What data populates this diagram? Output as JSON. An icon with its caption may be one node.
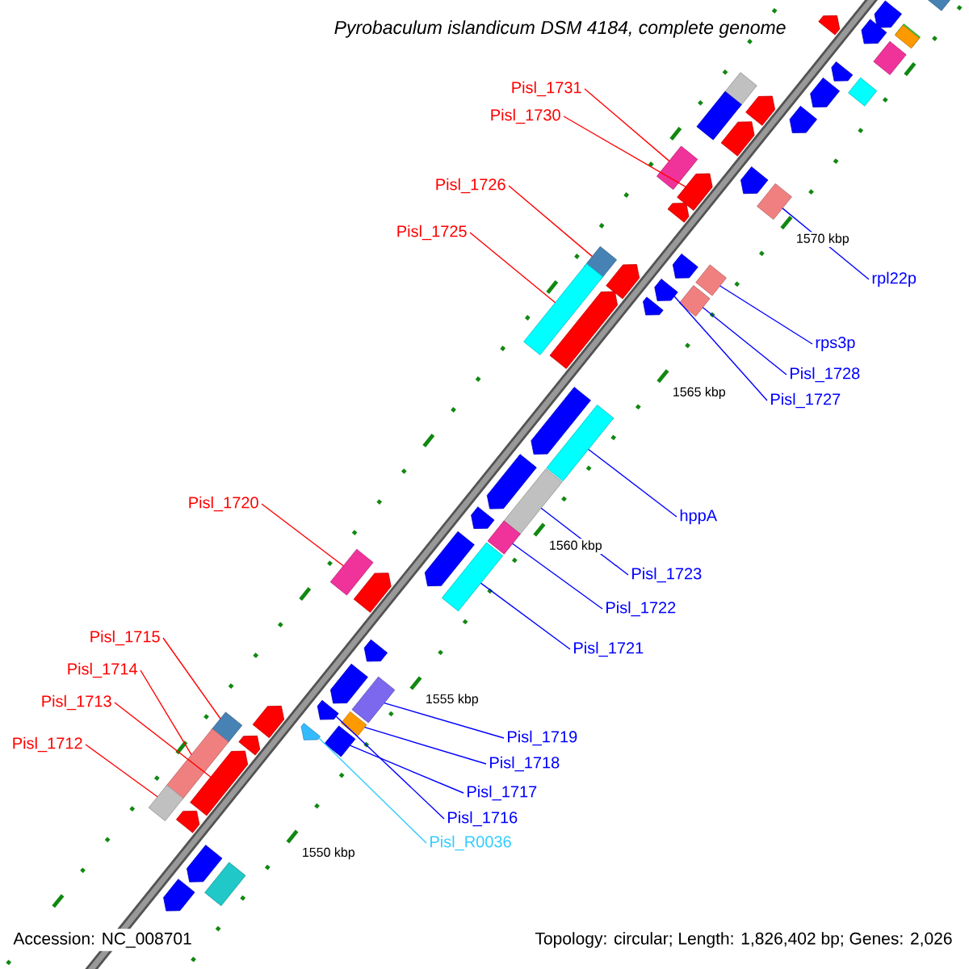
{
  "diagram": {
    "title": "Pyrobaculum islandicum DSM 4184, complete genome",
    "nodes": [
      {
        "text": [
          "Pisl_1731"
        ]
      },
      {
        "text": [],
        "shape": "bar"
      },
      {
        "text": [
          "Pisl_1730"
        ]
      },
      {
        "text": [],
        "shape": "pentagon"
      },
      {
        "text": [
          "Pisl_1726"
        ]
      },
      {
        "text": [],
        "shape": "bar"
      },
      {
        "text": [
          "Pisl_1725"
        ]
      },
      {
        "text": [],
        "shape": "bar"
      },
      {
        "text": [
          "rpl22p"
        ]
      },
      {
        "text": [],
        "shape": "bar"
      },
      {
        "text": [
          "rps3p"
        ]
      },
      {
        "text": [],
        "shape": "bar"
      },
      {
        "text": [
          "Pisl_1728"
        ]
      },
      {
        "text": [],
        "shape": "bar"
      },
      {
        "text": [
          "Pisl_1727"
        ]
      },
      {
        "text": [],
        "shape": "pentagon"
      },
      {
        "text": [
          "hppA"
        ]
      },
      {
        "text": [],
        "shape": "bar"
      },
      {
        "text": [
          "Pisl_1720"
        ]
      },
      {
        "text": [],
        "shape": "bar"
      },
      {
        "text": [
          "Pisl_1723"
        ]
      },
      {
        "text": [],
        "shape": "bar"
      },
      {
        "text": [
          "Pisl_1722"
        ]
      },
      {
        "text": [],
        "shape": "bar"
      },
      {
        "text": [
          "Pisl_1721"
        ]
      },
      {
        "text": [],
        "shape": "bar"
      },
      {
        "text": [
          "Pisl_1715"
        ]
      },
      {
        "text": [],
        "shape": "bar"
      },
      {
        "text": [
          "Pisl_1714"
        ]
      },
      {
        "text": [],
        "shape": "bar"
      },
      {
        "text": [
          "Pisl_1713"
        ]
      },
      {
        "text": [],
        "shape": "pentagon"
      },
      {
        "text": [
          "Pisl_1712"
        ]
      },
      {
        "text": [],
        "shape": "bar"
      },
      {
        "text": [
          "Pisl_1719"
        ]
      },
      {
        "text": [],
        "shape": "bar"
      },
      {
        "text": [
          "Pisl_1718"
        ]
      },
      {
        "text": [],
        "shape": "bar"
      },
      {
        "text": [
          "Pisl_1717"
        ]
      },
      {
        "text": [],
        "shape": "bar"
      },
      {
        "text": [
          "Pisl_1716"
        ]
      },
      {
        "text": [],
        "shape": "pentagon"
      },
      {
        "text": [
          "Pisl_R0036"
        ]
      },
      {
        "text": [],
        "shape": "pentagon"
      },
      {
        "text": [],
        "shape": "bar"
      },
      {
        "text": [],
        "shape": "bar"
      },
      {
        "text": [],
        "shape": "pentagon"
      },
      {
        "text": [],
        "shape": "pentagon"
      },
      {
        "text": [],
        "shape": "pentagon"
      },
      {
        "text": [],
        "shape": "pentagon"
      },
      {
        "text": [],
        "shape": "pentagon"
      },
      {
        "text": [],
        "shape": "pentagon"
      },
      {
        "text": [],
        "shape": "pentagon"
      },
      {
        "text": [],
        "shape": "pentagon"
      },
      {
        "text": [],
        "shape": "bar"
      },
      {
        "text": [],
        "shape": "bar"
      },
      {
        "text": [],
        "shape": "bar"
      },
      {
        "text": [],
        "shape": "bar"
      },
      {
        "text": [],
        "shape": "pentagon"
      },
      {
        "text": [],
        "shape": "pentagon"
      },
      {
        "text": [],
        "shape": "pentagon"
      },
      {
        "text": [],
        "shape": "bar"
      },
      {
        "text": [],
        "shape": "pentagon"
      },
      {
        "text": [],
        "shape": "pentagon"
      },
      {
        "text": [],
        "shape": "pentagon"
      },
      {
        "text": [],
        "shape": "pentagon"
      },
      {
        "text": [],
        "shape": "pentagon"
      },
      {
        "text": [],
        "shape": "pentagon"
      },
      {
        "text": [],
        "shape": "pentagon"
      },
      {
        "text": [],
        "shape": "pentagon"
      },
      {
        "text": [],
        "shape": "pentagon"
      },
      {
        "text": [],
        "shape": "pentagon"
      },
      {
        "text": [],
        "shape": "pentagon"
      },
      {
        "text": [],
        "shape": "pentagon"
      },
      {
        "text": [],
        "shape": "pentagon"
      },
      {
        "text": [],
        "shape": "pentagon"
      },
      {
        "text": [],
        "shape": "pentagon"
      },
      {
        "text": [],
        "shape": "bar"
      }
    ],
    "edges": [
      {
        "from": 0,
        "to": 1,
        "arrow": "none",
        "color": "#ff0000"
      },
      {
        "from": 2,
        "to": 3,
        "arrow": "none",
        "color": "#ff0000"
      },
      {
        "from": 4,
        "to": 5,
        "arrow": "none",
        "color": "#ff0000"
      },
      {
        "from": 6,
        "to": 7,
        "arrow": "none",
        "color": "#ff0000"
      },
      {
        "from": 8,
        "to": 9,
        "arrow": "none"
      },
      {
        "from": 10,
        "to": 11,
        "arrow": "none"
      },
      {
        "from": 12,
        "to": 13,
        "arrow": "none"
      },
      {
        "from": 14,
        "to": 15,
        "arrow": "none"
      },
      {
        "from": 16,
        "to": 17,
        "arrow": "none"
      },
      {
        "from": 18,
        "to": 19,
        "arrow": "none",
        "color": "#ff0000"
      },
      {
        "from": 20,
        "to": 21,
        "arrow": "none"
      },
      {
        "from": 22,
        "to": 23,
        "arrow": "none"
      },
      {
        "from": 24,
        "to": 25,
        "arrow": "none"
      },
      {
        "from": 26,
        "to": 27,
        "arrow": "none",
        "color": "#ff0000"
      },
      {
        "from": 28,
        "to": 29,
        "arrow": "none",
        "color": "#ff0000"
      },
      {
        "from": 30,
        "to": 31,
        "arrow": "none",
        "color": "#ff0000"
      },
      {
        "from": 32,
        "to": 33,
        "arrow": "none",
        "color": "#ff0000"
      },
      {
        "from": 34,
        "to": 35,
        "arrow": "none"
      },
      {
        "from": 36,
        "to": 37,
        "arrow": "none"
      },
      {
        "from": 38,
        "to": 39,
        "arrow": "none"
      },
      {
        "from": 40,
        "to": 41,
        "arrow": "none"
      },
      {
        "from": 42,
        "to": 43,
        "arrow": "none",
        "color": "#33ccff"
      }
    ],
    "labels": [
      "1570 kbp",
      "1565 kbp",
      "1560 kbp",
      "1555 kbp",
      "1550 kbp",
      "Accession: NC_008701",
      "Topology: circular; Length: 1,826,402 bp; Genes: 2,026"
    ]
  }
}
